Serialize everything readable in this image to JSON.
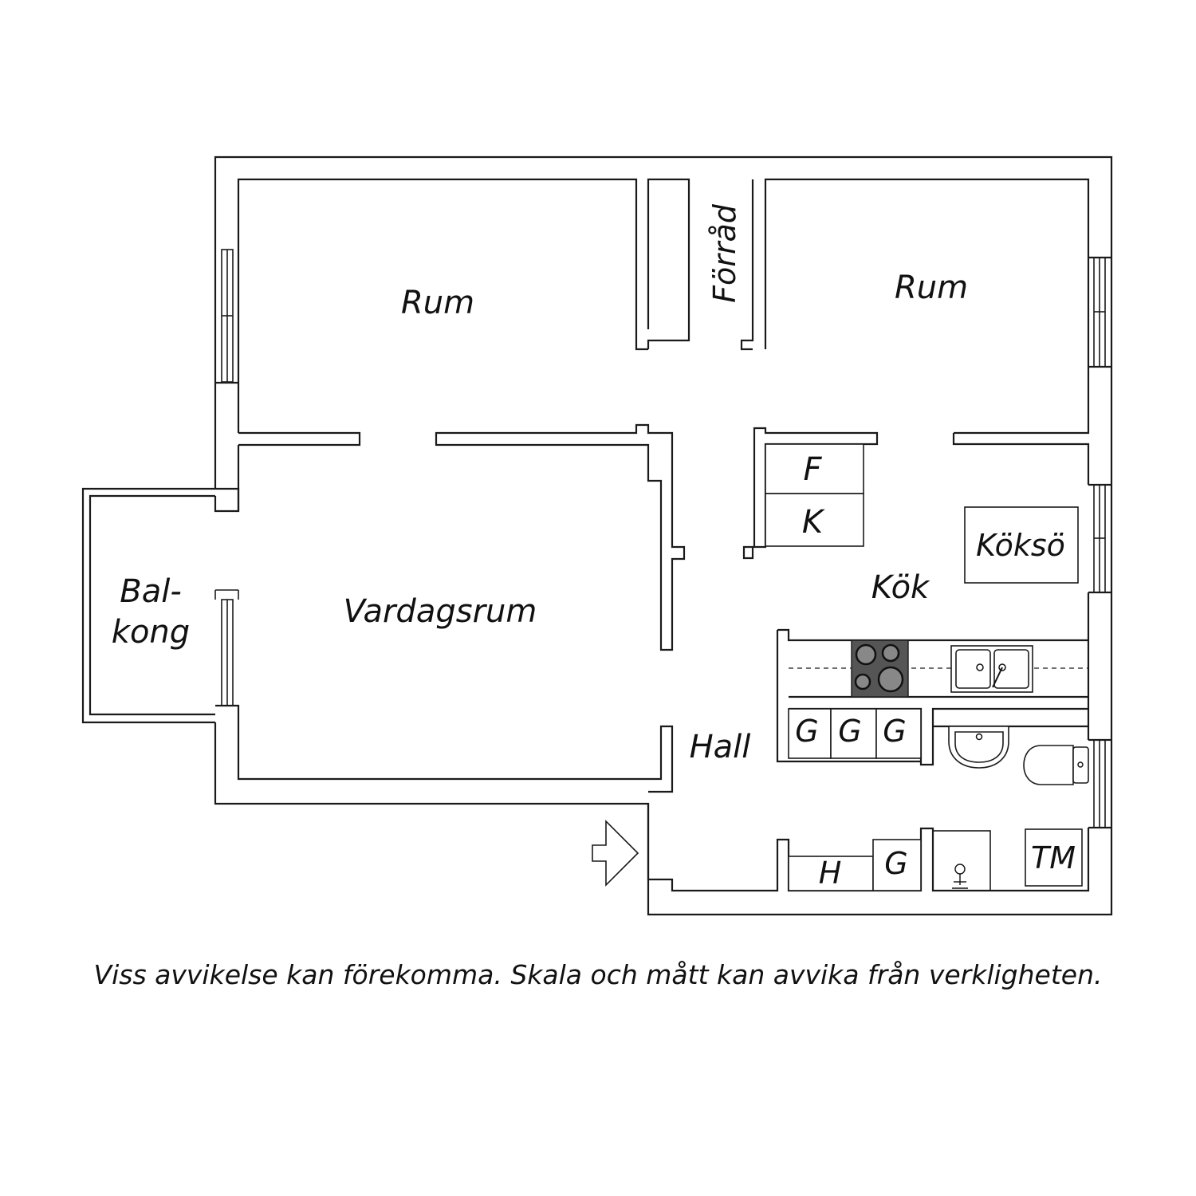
{
  "colors": {
    "line": "#1a1a1a",
    "background": "#ffffff",
    "hob": "#555555"
  },
  "rooms": {
    "bedroom_left": "Rum",
    "storage": "Förråd",
    "bedroom_right": "Rum",
    "living_room": "Vardagsrum",
    "balcony_line1": "Bal-",
    "balcony_line2": "kong",
    "kitchen": "Kök",
    "kitchen_island": "Köksö",
    "hall": "Hall"
  },
  "fixtures": {
    "freezer": "F",
    "fridge": "K",
    "wardrobe_1": "G",
    "wardrobe_2": "G",
    "wardrobe_3": "G",
    "hall_shelf": "H",
    "hall_wardrobe": "G",
    "washing_machine": "TM"
  },
  "icons": [
    "entrance-arrow-icon",
    "stove-icon",
    "sink-icon",
    "washbasin-icon",
    "toilet-icon",
    "shower-icon"
  ],
  "disclaimer": "Viss avvikelse kan förekomma. Skala och mått kan avvika från verkligheten."
}
